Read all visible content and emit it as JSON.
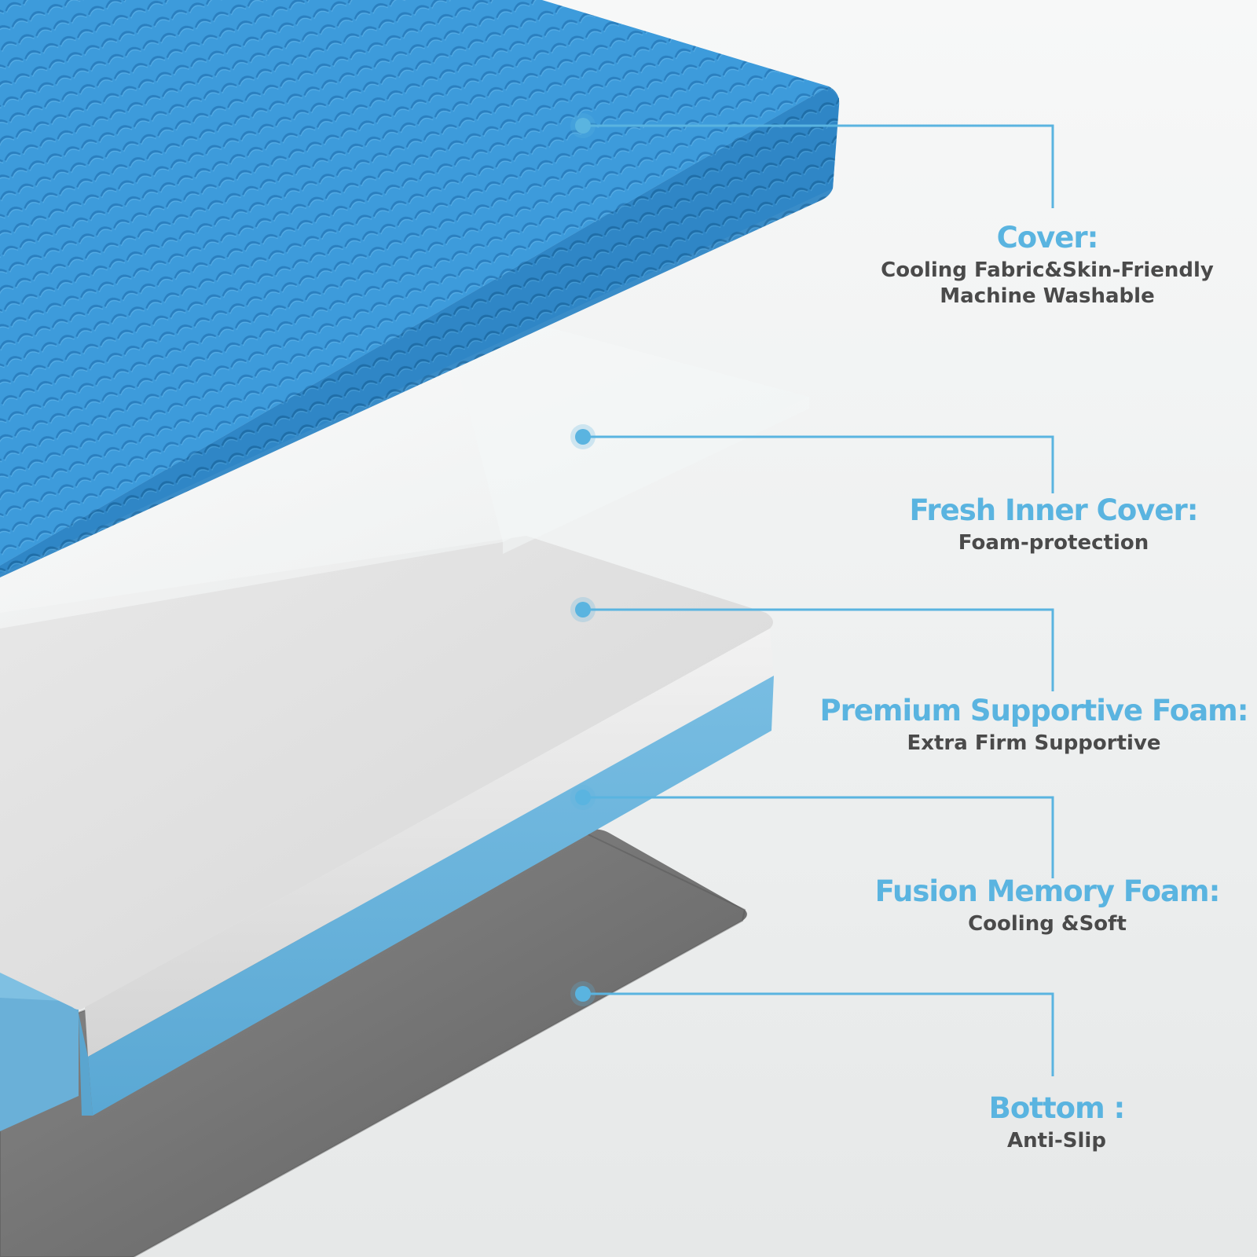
{
  "colors": {
    "accent": "#5ab4e0",
    "cover_blue": "#3a98d8",
    "foam_blue": "#6cb6dc",
    "foam_white": "#ececec",
    "bottom_gray": "#6e6e6e",
    "desc_text": "#4a4a4a"
  },
  "layers": [
    {
      "title": "Cover:",
      "lines": [
        "Cooling Fabric&Skin-Friendly",
        "Machine Washable"
      ]
    },
    {
      "title": "Fresh Inner Cover:",
      "lines": [
        "Foam-protection"
      ]
    },
    {
      "title": "Premium Supportive Foam:",
      "lines": [
        "Extra Firm Supportive"
      ]
    },
    {
      "title": "Fusion Memory Foam:",
      "lines": [
        "Cooling &Soft"
      ]
    },
    {
      "title": "Bottom :",
      "lines": [
        "Anti-Slip"
      ]
    }
  ]
}
